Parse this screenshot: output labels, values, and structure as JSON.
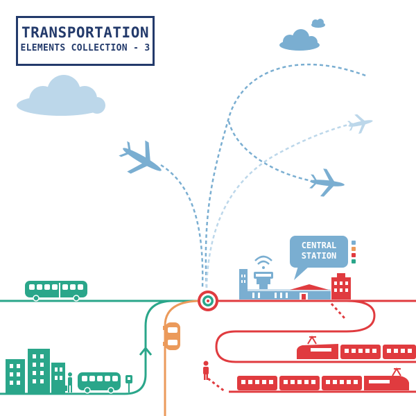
{
  "title": {
    "line1": "TRANSPORTATION",
    "line2": "ELEMENTS COLLECTION - 3"
  },
  "station_sign": {
    "line1": "CENTRAL",
    "line2": "STATION"
  },
  "colors": {
    "navy": "#233a6b",
    "sky_blue": "#7aaed1",
    "cloud": "#bcd7ea",
    "teal": "#2aa68a",
    "red": "#e03b3f",
    "orange": "#eb9a5b"
  },
  "icons": [
    "cloud-icon",
    "airplane-icon",
    "bus-icon",
    "building-icon",
    "traveler-icon",
    "bus-stop-icon",
    "car-icon",
    "target-icon",
    "wifi-icon",
    "control-tower-icon",
    "train-icon",
    "person-icon"
  ]
}
